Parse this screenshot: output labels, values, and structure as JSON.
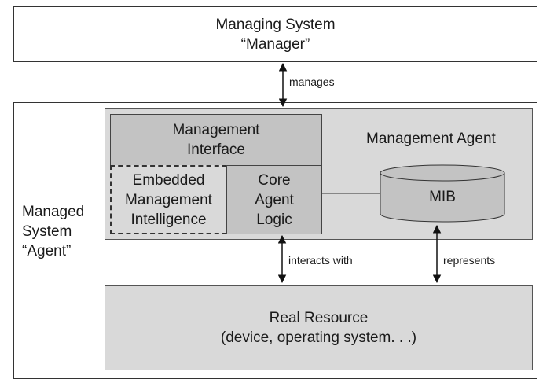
{
  "managing_system": {
    "line1": "Managing System",
    "line2": "“Manager”"
  },
  "managed_system": {
    "line1": "Managed",
    "line2": "System",
    "line3": "“Agent”"
  },
  "management_agent": {
    "label": "Management Agent"
  },
  "management_interface": {
    "line1": "Management",
    "line2": "Interface"
  },
  "embedded_intelligence": {
    "line1": "Embedded",
    "line2": "Management",
    "line3": "Intelligence"
  },
  "core_agent_logic": {
    "line1": "Core",
    "line2": "Agent",
    "line3": "Logic"
  },
  "mib": {
    "label": "MIB"
  },
  "real_resource": {
    "line1": "Real Resource",
    "line2": "(device, operating system. . .)"
  },
  "relations": {
    "manages": "manages",
    "interacts_with": "interacts with",
    "represents": "represents"
  }
}
